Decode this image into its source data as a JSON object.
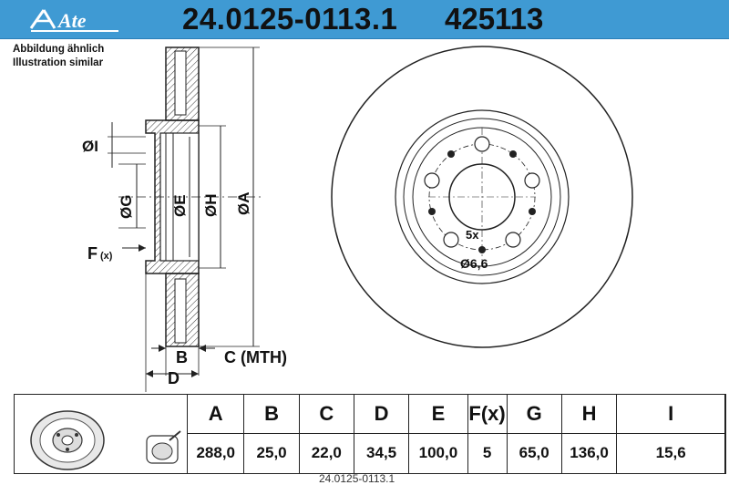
{
  "header": {
    "brand": "Ate",
    "part_number": "24.0125-0113.1",
    "reference": "425113"
  },
  "captions": {
    "line1": "Abbildung ähnlich",
    "line2": "Illustration similar"
  },
  "diagram": {
    "labels": {
      "dia_I": "ØI",
      "dia_G": "ØG",
      "dia_E": "ØE",
      "dia_H": "ØH",
      "dia_A": "ØA",
      "f_label": "F",
      "f_sub": "(x)",
      "b_label": "B",
      "c_label": "C (MTH)",
      "d_label": "D",
      "bolt_count": "5x",
      "bolt_dia": "Ø6,6"
    }
  },
  "table": {
    "headers": [
      "A",
      "B",
      "C",
      "D",
      "E",
      "F(x)",
      "G",
      "H",
      "I"
    ],
    "values": [
      "288,0",
      "25,0",
      "22,0",
      "34,5",
      "100,0",
      "5",
      "65,0",
      "136,0",
      "15,6"
    ]
  },
  "footer": {
    "code": "24.0125-0113.1"
  }
}
